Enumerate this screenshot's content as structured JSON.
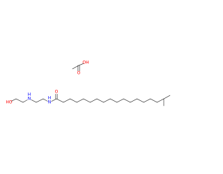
{
  "molecule": {
    "colors": {
      "bond": "#000000",
      "oxygen": "#ff0000",
      "nitrogen": "#0000ff"
    },
    "atoms": [
      {
        "id": "ac_c2",
        "element": "C",
        "label": ""
      },
      {
        "id": "ac_c1",
        "element": "C",
        "label": ""
      },
      {
        "id": "ac_o_dbl",
        "element": "O",
        "label": "O"
      },
      {
        "id": "ac_oh",
        "element": "O",
        "label": "OH"
      },
      {
        "id": "ho",
        "element": "O",
        "label": "HO"
      },
      {
        "id": "c1",
        "element": "C",
        "label": ""
      },
      {
        "id": "c2",
        "element": "C",
        "label": ""
      },
      {
        "id": "n1",
        "element": "N",
        "label": "N",
        "sublabel": "H"
      },
      {
        "id": "c3",
        "element": "C",
        "label": ""
      },
      {
        "id": "c4",
        "element": "C",
        "label": ""
      },
      {
        "id": "n2",
        "element": "N",
        "label": "N",
        "sublabel": "H"
      },
      {
        "id": "camide",
        "element": "C",
        "label": ""
      },
      {
        "id": "o_amide",
        "element": "O",
        "label": "O"
      },
      {
        "id": "ch1",
        "element": "C",
        "label": ""
      },
      {
        "id": "ch2",
        "element": "C",
        "label": ""
      },
      {
        "id": "ch3",
        "element": "C",
        "label": ""
      },
      {
        "id": "ch4",
        "element": "C",
        "label": ""
      },
      {
        "id": "ch5",
        "element": "C",
        "label": ""
      },
      {
        "id": "ch6",
        "element": "C",
        "label": ""
      },
      {
        "id": "ch7",
        "element": "C",
        "label": ""
      },
      {
        "id": "ch8",
        "element": "C",
        "label": ""
      },
      {
        "id": "ch9",
        "element": "C",
        "label": ""
      },
      {
        "id": "ch10",
        "element": "C",
        "label": ""
      },
      {
        "id": "ch11",
        "element": "C",
        "label": ""
      },
      {
        "id": "ch12",
        "element": "C",
        "label": ""
      },
      {
        "id": "ch13",
        "element": "C",
        "label": ""
      },
      {
        "id": "ch14",
        "element": "C",
        "label": ""
      },
      {
        "id": "ch15",
        "element": "C",
        "label": ""
      },
      {
        "id": "ch16",
        "element": "C",
        "label": ""
      },
      {
        "id": "me1",
        "element": "C",
        "label": ""
      },
      {
        "id": "me2",
        "element": "C",
        "label": ""
      }
    ],
    "bonds": [
      {
        "from": "ac_c2",
        "to": "ac_c1",
        "order": 1
      },
      {
        "from": "ac_c1",
        "to": "ac_o_dbl",
        "order": 2
      },
      {
        "from": "ac_c1",
        "to": "ac_oh",
        "order": 1
      },
      {
        "from": "ho",
        "to": "c1",
        "order": 1
      },
      {
        "from": "c1",
        "to": "c2",
        "order": 1
      },
      {
        "from": "c2",
        "to": "n1",
        "order": 1
      },
      {
        "from": "n1",
        "to": "c3",
        "order": 1
      },
      {
        "from": "c3",
        "to": "c4",
        "order": 1
      },
      {
        "from": "c4",
        "to": "n2",
        "order": 1
      },
      {
        "from": "n2",
        "to": "camide",
        "order": 1
      },
      {
        "from": "camide",
        "to": "o_amide",
        "order": 2
      },
      {
        "from": "camide",
        "to": "ch1",
        "order": 1
      },
      {
        "from": "ch1",
        "to": "ch2",
        "order": 1
      },
      {
        "from": "ch2",
        "to": "ch3",
        "order": 1
      },
      {
        "from": "ch3",
        "to": "ch4",
        "order": 1
      },
      {
        "from": "ch4",
        "to": "ch5",
        "order": 1
      },
      {
        "from": "ch5",
        "to": "ch6",
        "order": 1
      },
      {
        "from": "ch6",
        "to": "ch7",
        "order": 1
      },
      {
        "from": "ch7",
        "to": "ch8",
        "order": 1
      },
      {
        "from": "ch8",
        "to": "ch9",
        "order": 1
      },
      {
        "from": "ch9",
        "to": "ch10",
        "order": 1
      },
      {
        "from": "ch10",
        "to": "ch11",
        "order": 1
      },
      {
        "from": "ch11",
        "to": "ch12",
        "order": 1
      },
      {
        "from": "ch12",
        "to": "ch13",
        "order": 1
      },
      {
        "from": "ch13",
        "to": "ch14",
        "order": 1
      },
      {
        "from": "ch14",
        "to": "ch15",
        "order": 1
      },
      {
        "from": "ch15",
        "to": "ch16",
        "order": 1
      },
      {
        "from": "ch16",
        "to": "me1",
        "order": 1
      },
      {
        "from": "ch16",
        "to": "me2",
        "order": 1
      }
    ]
  }
}
